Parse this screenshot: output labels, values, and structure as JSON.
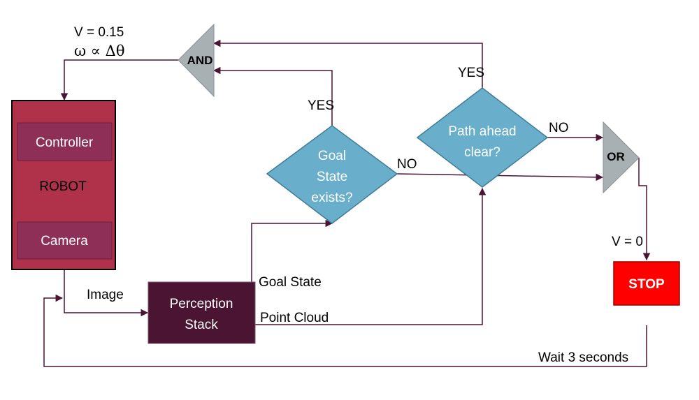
{
  "diagram": {
    "colors": {
      "robot_fill": "#b0324a",
      "module_fill": "#8e2f57",
      "perception_fill": "#4a1432",
      "decision_fill": "#69afcb",
      "gate_fill": "#a9b0b4",
      "stop_fill": "#ff0000",
      "arrow_color": "#4a1432"
    },
    "robot": {
      "label": "ROBOT",
      "controller_label": "Controller",
      "camera_label": "Camera"
    },
    "perception": {
      "line1": "Perception",
      "line2": "Stack"
    },
    "goal_decision": {
      "line1": "Goal",
      "line2": "State",
      "line3": "exists?"
    },
    "path_decision": {
      "line1": "Path ahead",
      "line2": "clear?"
    },
    "gates": {
      "and_label": "AND",
      "or_label": "OR"
    },
    "stop": {
      "label": "STOP"
    },
    "edge_labels": {
      "velocity": "V = 0.15",
      "omega": "ω ∝ Δθ",
      "goal_yes": "YES",
      "path_yes": "YES",
      "goal_no": "NO",
      "path_no": "NO",
      "v_zero": "V = 0",
      "image": "Image",
      "goal_state": "Goal State",
      "point_cloud": "Point Cloud",
      "wait": "Wait 3 seconds"
    }
  }
}
